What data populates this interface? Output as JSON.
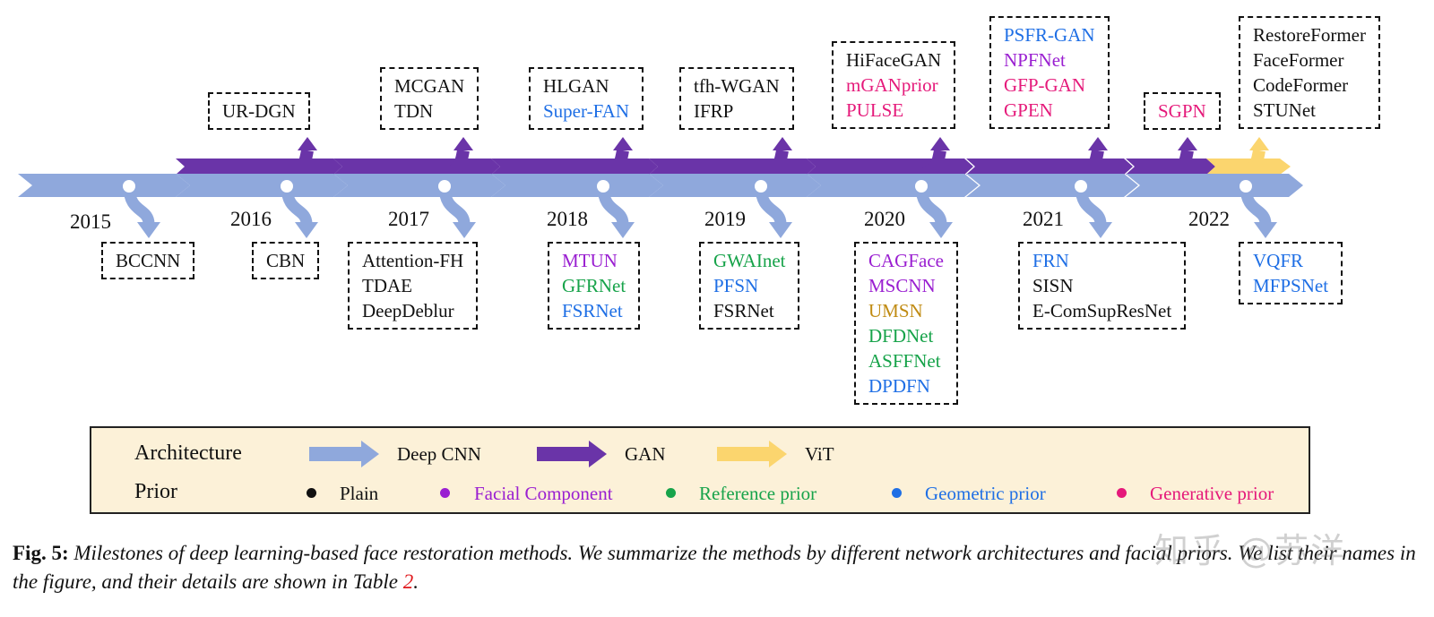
{
  "colors": {
    "deep_cnn": "#8fa8dc",
    "gan": "#6a34a8",
    "vit": "#fbd56e",
    "plain": "#111111",
    "facial": "#9a1fd1",
    "reference": "#17a34a",
    "geometric": "#1f6fe5",
    "generative": "#e5197a",
    "legend_bg": "#fcf1d8"
  },
  "years": [
    "2015",
    "2016",
    "2017",
    "2018",
    "2019",
    "2020",
    "2021",
    "2022"
  ],
  "top_boxes": [
    {
      "items": [
        {
          "text": "UR-DGN",
          "prior": "plain"
        }
      ]
    },
    {
      "items": [
        {
          "text": "MCGAN",
          "prior": "plain"
        },
        {
          "text": "TDN",
          "prior": "plain"
        }
      ]
    },
    {
      "items": [
        {
          "text": "HLGAN",
          "prior": "plain"
        },
        {
          "text": "Super-FAN",
          "prior": "geometric"
        }
      ]
    },
    {
      "items": [
        {
          "text": "tfh-WGAN",
          "prior": "plain"
        },
        {
          "text": "IFRP",
          "prior": "plain"
        }
      ]
    },
    {
      "items": [
        {
          "text": "HiFaceGAN",
          "prior": "plain"
        },
        {
          "text": "mGANprior",
          "prior": "generative"
        },
        {
          "text": "PULSE",
          "prior": "generative"
        }
      ]
    },
    {
      "items": [
        {
          "text": "PSFR-GAN",
          "prior": "geometric"
        },
        {
          "text": "NPFNet",
          "prior": "facial"
        },
        {
          "text": "GFP-GAN",
          "prior": "generative"
        },
        {
          "text": "GPEN",
          "prior": "generative"
        }
      ]
    },
    {
      "items": [
        {
          "text": "SGPN",
          "prior": "generative"
        }
      ]
    },
    {
      "items": [
        {
          "text": "RestoreFormer",
          "prior": "plain"
        },
        {
          "text": "FaceFormer",
          "prior": "plain"
        },
        {
          "text": "CodeFormer",
          "prior": "plain"
        },
        {
          "text": "STUNet",
          "prior": "plain"
        }
      ]
    }
  ],
  "bottom_boxes": [
    {
      "items": [
        {
          "text": "BCCNN",
          "prior": "plain"
        }
      ]
    },
    {
      "items": [
        {
          "text": "CBN",
          "prior": "plain"
        }
      ]
    },
    {
      "items": [
        {
          "text": "Attention-FH",
          "prior": "plain"
        },
        {
          "text": "TDAE",
          "prior": "plain"
        },
        {
          "text": "DeepDeblur",
          "prior": "plain"
        }
      ]
    },
    {
      "items": [
        {
          "text": "MTUN",
          "prior": "facial"
        },
        {
          "text": "GFRNet",
          "prior": "reference"
        },
        {
          "text": "FSRNet",
          "prior": "geometric"
        }
      ]
    },
    {
      "items": [
        {
          "text": "GWAInet",
          "prior": "reference"
        },
        {
          "text": "PFSN",
          "prior": "geometric"
        },
        {
          "text": "FSRNet",
          "prior": "plain"
        }
      ]
    },
    {
      "items": [
        {
          "text": "CAGFace",
          "prior": "facial"
        },
        {
          "text": "MSCNN",
          "prior": "facial"
        },
        {
          "text": "UMSN",
          "prior": "gold"
        },
        {
          "text": "DFDNet",
          "prior": "reference"
        },
        {
          "text": "ASFFNet",
          "prior": "reference"
        },
        {
          "text": "DPDFN",
          "prior": "geometric"
        }
      ]
    },
    {
      "items": [
        {
          "text": "FRN",
          "prior": "geometric"
        },
        {
          "text": "SISN",
          "prior": "plain"
        },
        {
          "text": "E-ComSupResNet",
          "prior": "plain"
        }
      ]
    },
    {
      "items": [
        {
          "text": "VQFR",
          "prior": "geometric"
        },
        {
          "text": "MFPSNet",
          "prior": "geometric"
        }
      ]
    }
  ],
  "legend": {
    "architecture_title": "Architecture",
    "prior_title": "Prior",
    "arch": [
      "Deep CNN",
      "GAN",
      "ViT"
    ],
    "priors": [
      "Plain",
      "Facial Component",
      "Reference prior",
      "Geometric prior",
      "Generative prior"
    ]
  },
  "caption": {
    "label": "Fig. 5:",
    "text": "Milestones of deep learning-based face restoration methods. We summarize the methods by different network architectures and facial priors. We list their names in the figure, and their details are shown in Table",
    "ref": "2",
    "end": "."
  },
  "watermark": "知乎 @苏洋"
}
